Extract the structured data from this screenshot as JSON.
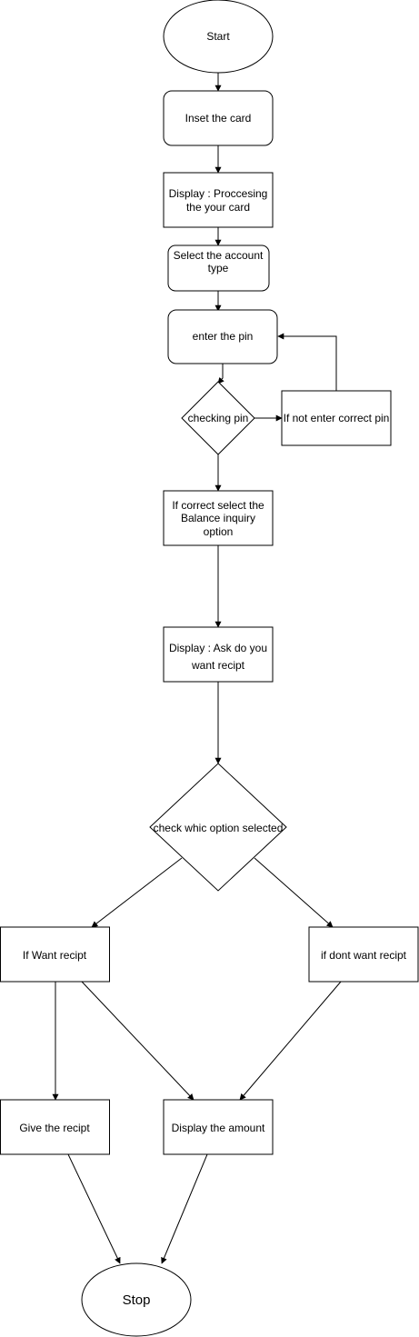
{
  "nodes": {
    "start": "Start",
    "insert_card": "Inset the card",
    "processing_1": "Display : Proccesing",
    "processing_2": "the your card",
    "select_account_1": "Select the account",
    "select_account_2": "type",
    "enter_pin": "enter the pin",
    "checking_pin": "checking pin",
    "incorrect_pin": "If not enter correct pin",
    "balance_1": "If correct select the",
    "balance_2": "Balance inquiry",
    "balance_3": "option",
    "ask_receipt_1": "Display : Ask do you",
    "ask_receipt_2": "want recipt",
    "check_option": "check whic option selected",
    "want_receipt": "If Want recipt",
    "dont_want_receipt": "if dont want recipt",
    "give_receipt": "Give the recipt",
    "display_amount": "Display the amount",
    "stop": "Stop"
  }
}
